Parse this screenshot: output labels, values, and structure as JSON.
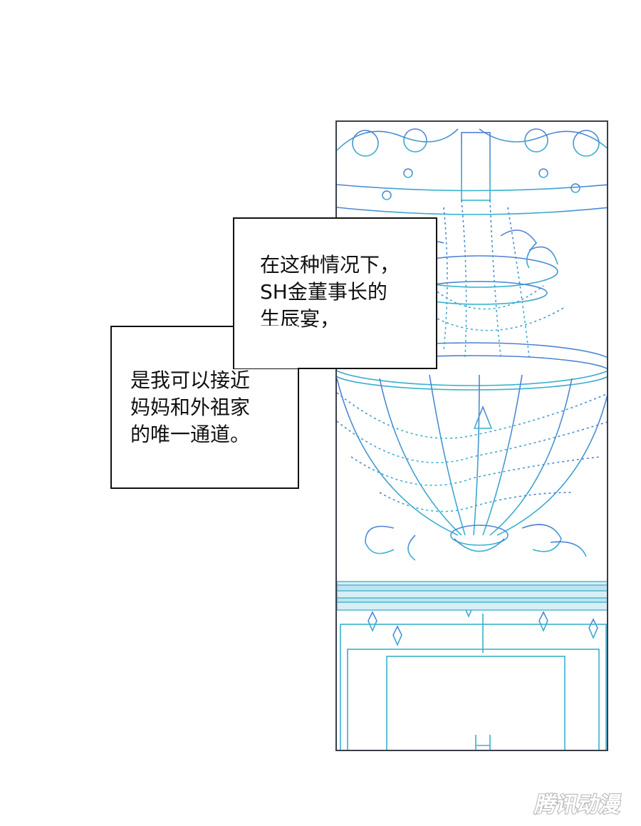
{
  "captions": [
    {
      "lines": [
        "在这种情况下，",
        "SH金董事长的",
        "生辰宴，"
      ]
    },
    {
      "lines": [
        "是我可以接近",
        "妈妈和外祖家",
        "的唯一通道。"
      ]
    }
  ],
  "illustration": {
    "subject": "chandelier",
    "line_color": "#5a8fd6",
    "accent_color": "#4cb6d0"
  },
  "watermark": {
    "text": "腾讯动漫"
  }
}
